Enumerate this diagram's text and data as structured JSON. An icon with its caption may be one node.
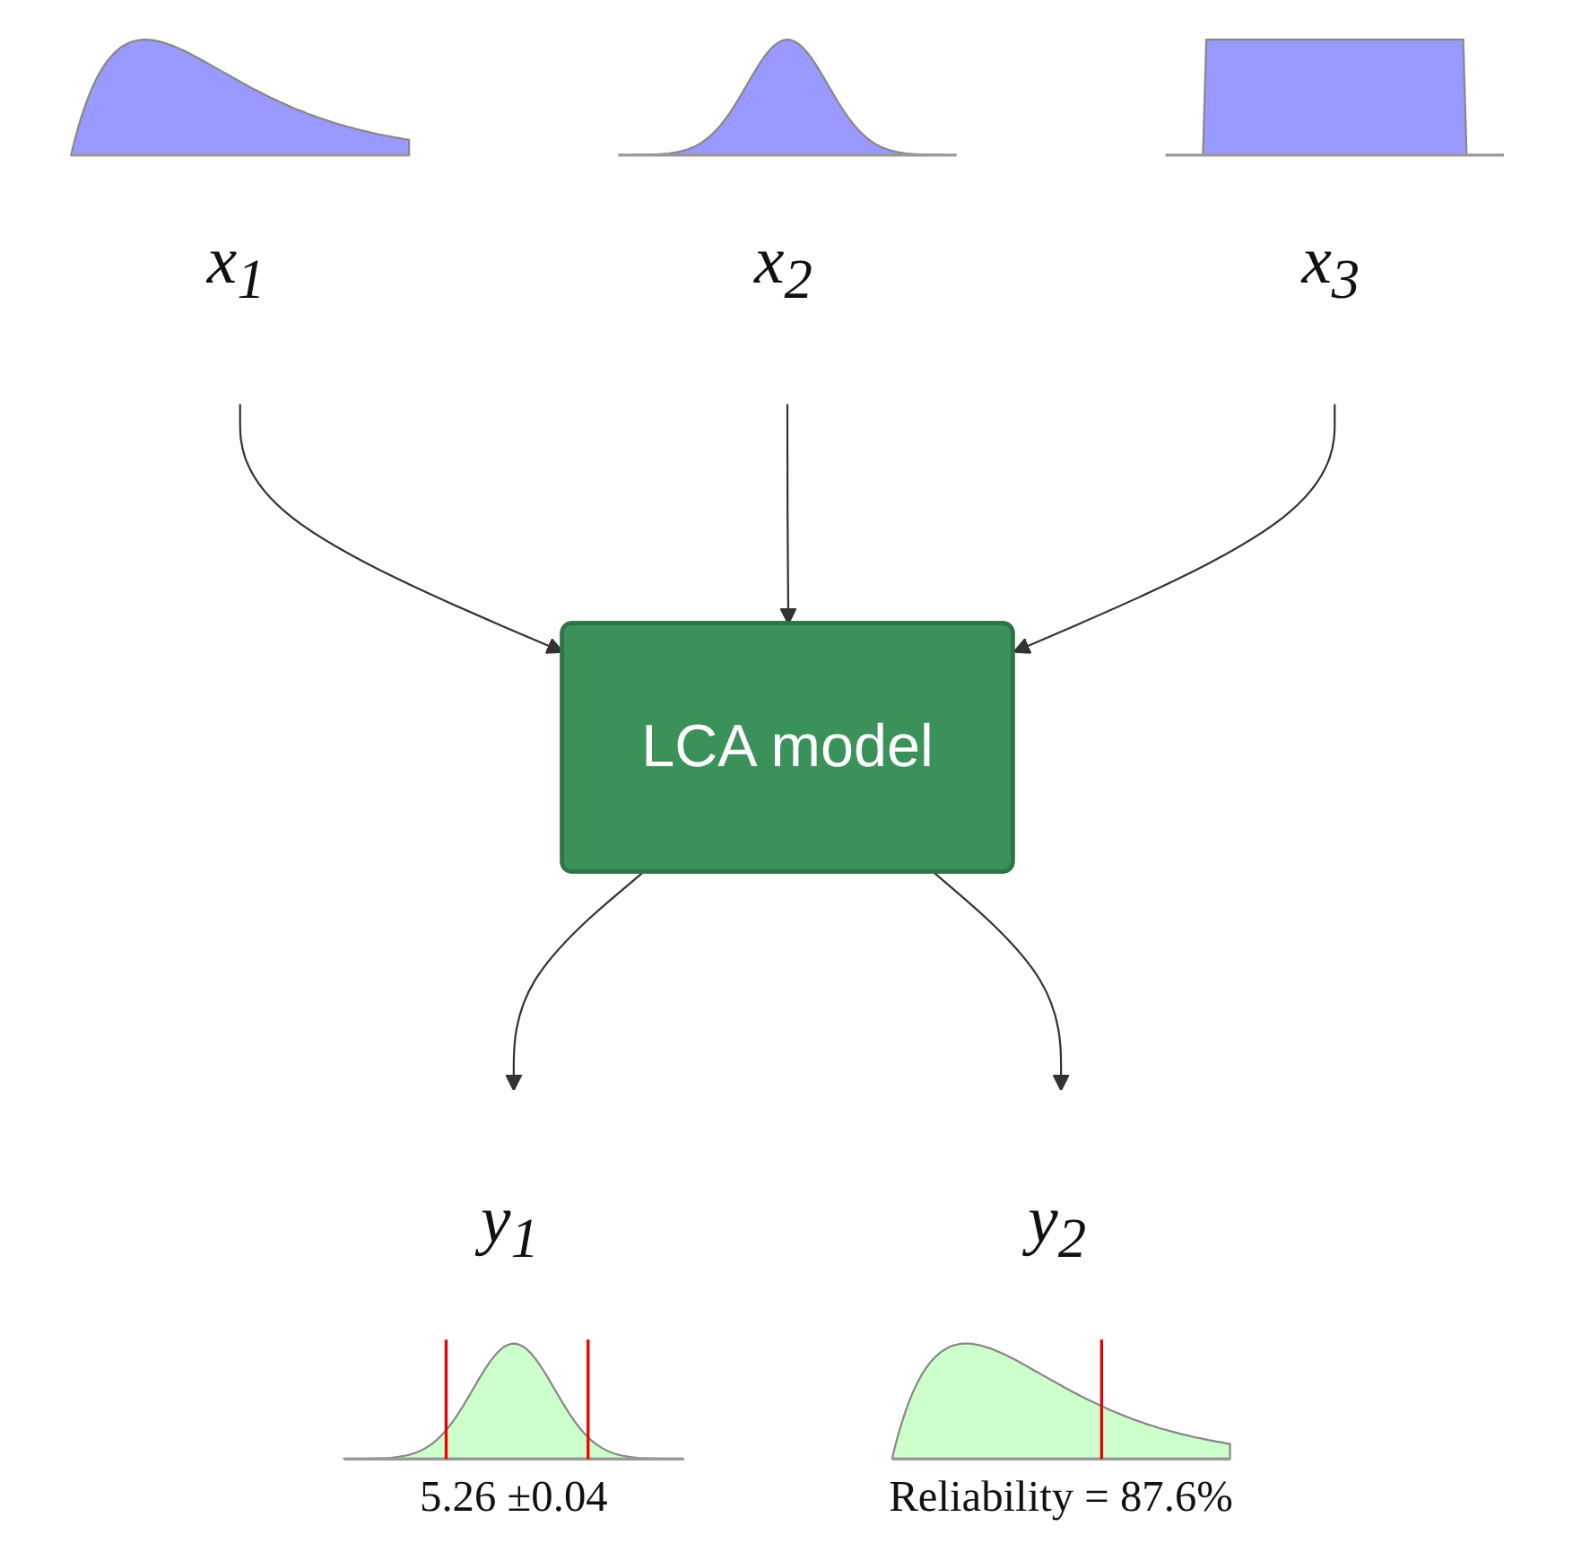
{
  "diagram": {
    "nodes": [
      {
        "text": [
          "x$_{1}$"
        ]
      },
      {
        "text": [
          "x$_{2}$"
        ]
      },
      {
        "text": [
          "x$_{3}$"
        ]
      },
      {
        "text": [
          "LCA model"
        ]
      },
      {
        "text": [
          "y$_{1}$"
        ]
      },
      {
        "text": [
          "y$_{2}$"
        ]
      }
    ],
    "labels": [
      "5.26 ±0.04",
      "Reliability = 87.6%"
    ],
    "edges": [
      {
        "from": 0,
        "to": 3,
        "arrow": "to"
      },
      {
        "from": 1,
        "to": 3,
        "arrow": "to"
      },
      {
        "from": 2,
        "to": 3,
        "arrow": "to"
      },
      {
        "from": 3,
        "to": 4,
        "arrow": "to"
      },
      {
        "from": 3,
        "to": 5,
        "arrow": "to"
      }
    ]
  }
}
